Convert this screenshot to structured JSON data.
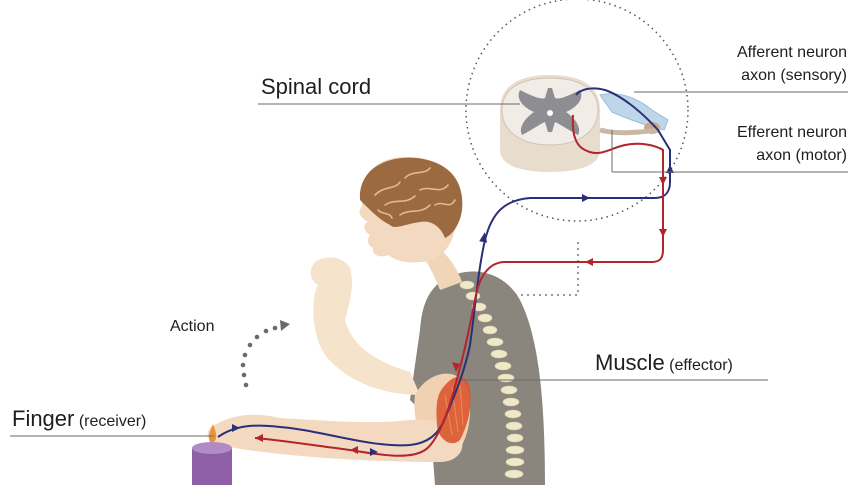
{
  "labels": {
    "spinal_cord": "Spinal cord",
    "afferent_line1": "Afferent neuron",
    "afferent_line2": "axon (sensory)",
    "efferent_line1": "Efferent neuron",
    "efferent_line2": "axon (motor)",
    "action": "Action",
    "muscle": "Muscle",
    "muscle_sub": "(effector)",
    "finger": "Finger",
    "finger_sub": "(receiver)"
  },
  "colors": {
    "sensory_path": "#2b2f7a",
    "motor_path": "#b3242c",
    "skin": "#f3d9bf",
    "shirt": "#8a867d",
    "hair": "#8a5a35",
    "candle": "#8e5fa6",
    "leader_line": "#6b6b6b"
  }
}
